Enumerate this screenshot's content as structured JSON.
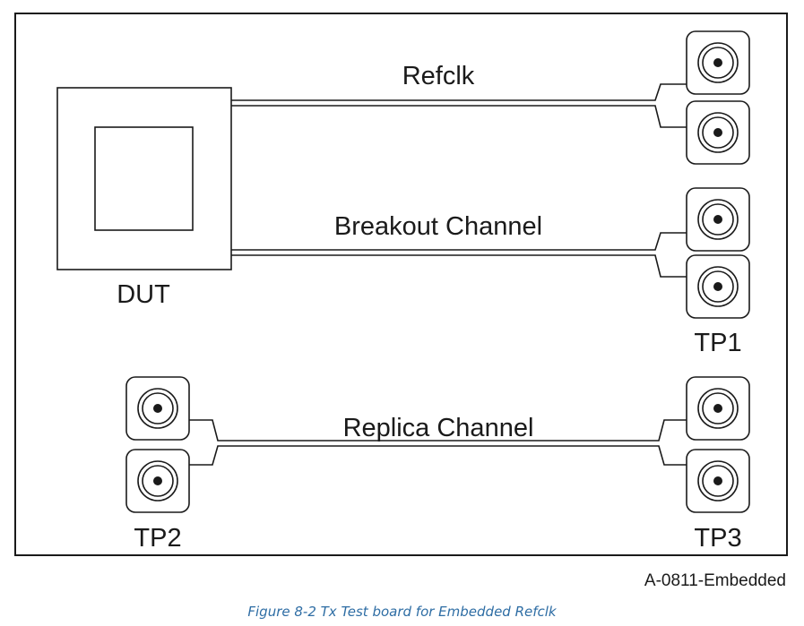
{
  "diagram": {
    "labels": {
      "dut": "DUT",
      "refclk": "Refclk",
      "breakout_channel": "Breakout Channel",
      "replica_channel": "Replica Channel",
      "tp1": "TP1",
      "tp2": "TP2",
      "tp3": "TP3"
    },
    "figure_id": "A-0811-Embedded"
  },
  "caption": "Figure  8-2  Tx Test board for Embedded Refclk",
  "colors": {
    "line": "#1a1a1a",
    "caption": "#2e6da4",
    "background": "#ffffff"
  }
}
